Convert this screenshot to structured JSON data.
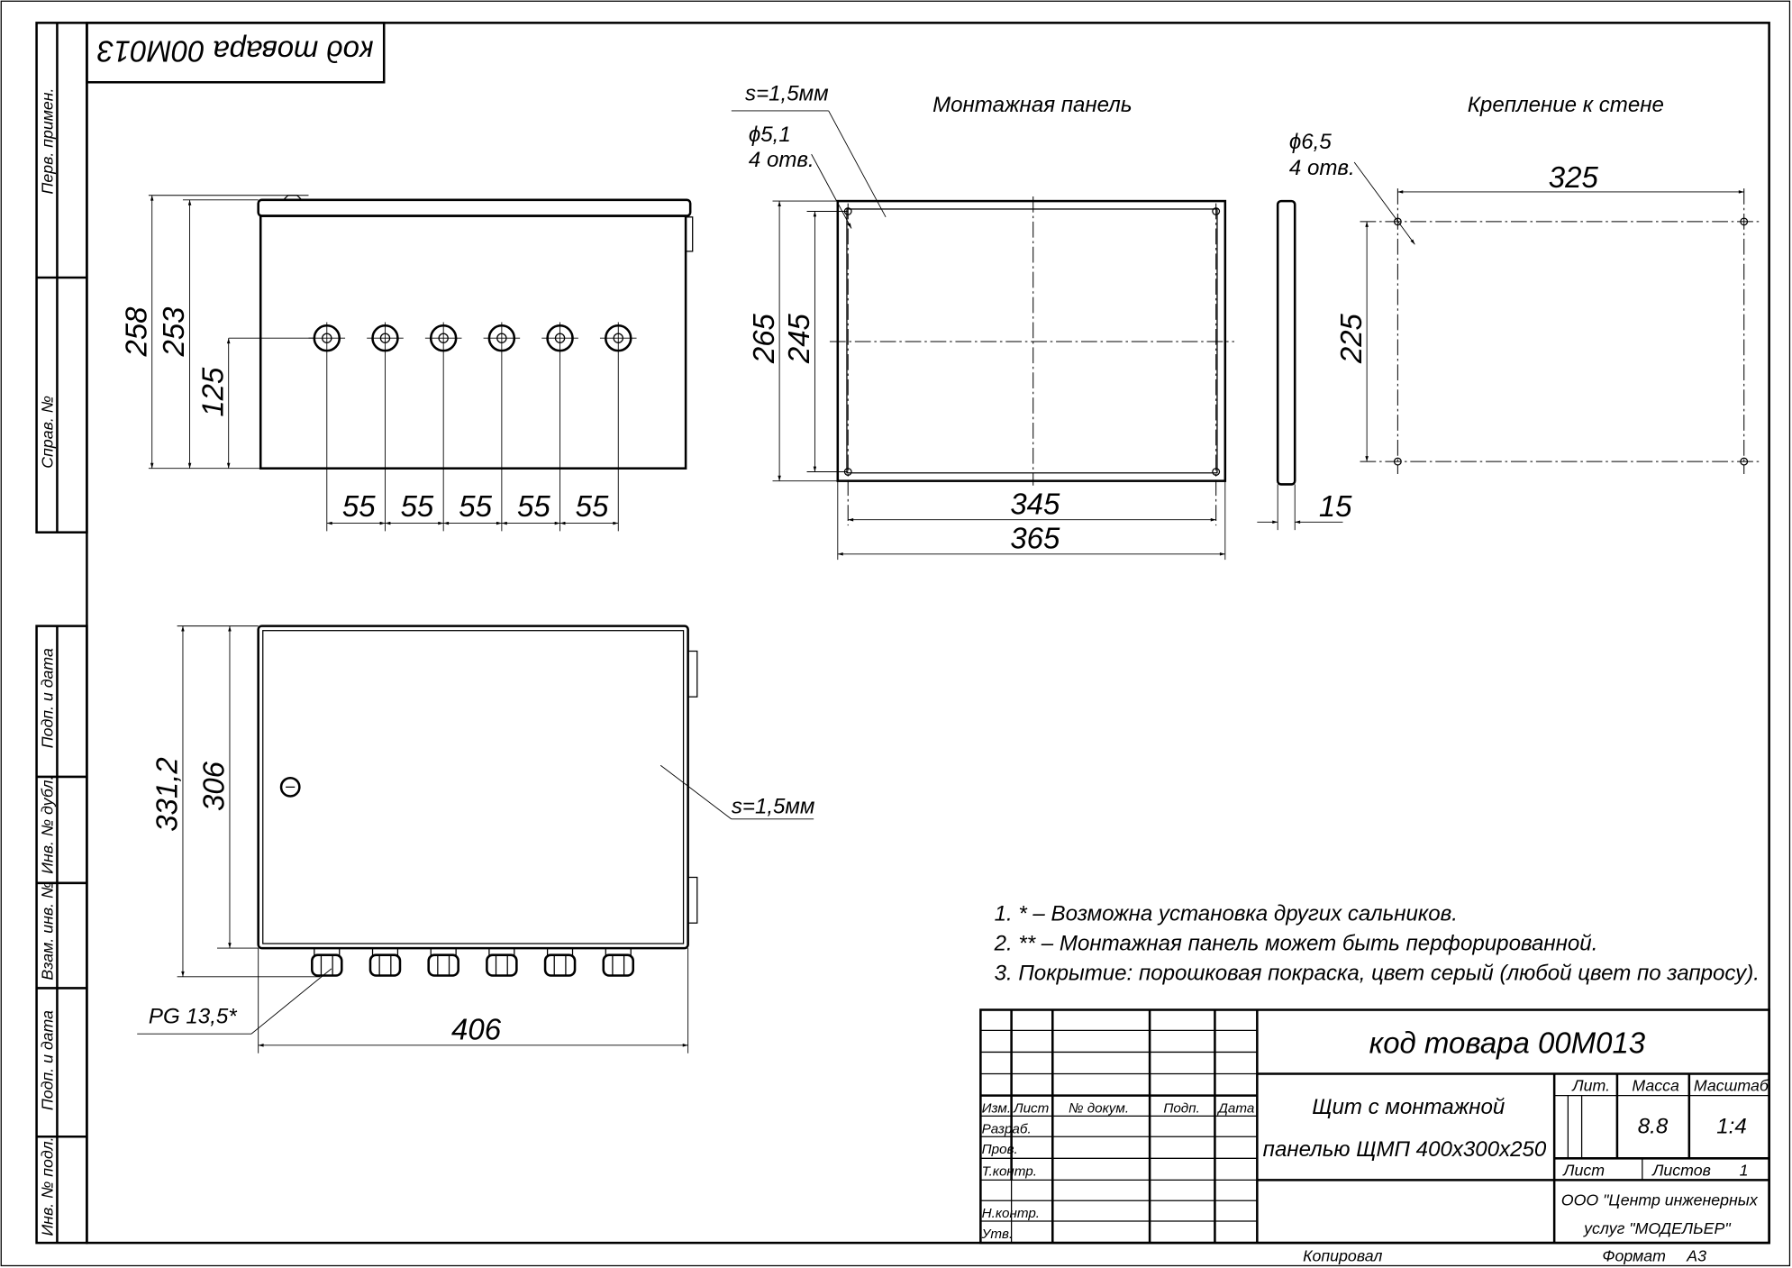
{
  "stamp_corner": "код товара 00М013",
  "side_strip": [
    "Перв. примен.",
    "Справ. №",
    "Подп. и дата",
    "Инв. № дубл.",
    "Взам. инв. №",
    "Подп. и дата",
    "Инв. № подл."
  ],
  "front_view": {
    "dims": {
      "overall_height": "258",
      "body_height": "253",
      "gland_height": "125",
      "spacings": [
        "55",
        "55",
        "55",
        "55",
        "55"
      ]
    },
    "gland_count": 6
  },
  "mounting_panel": {
    "title": "Монтажная панель",
    "thickness": "s=1,5мм",
    "hole_dia": "ϕ5,1",
    "hole_count": "4 отв.",
    "dims": {
      "height": "265",
      "hole_height": "245",
      "hole_width": "345",
      "width": "365",
      "thickness": "15"
    }
  },
  "wall_mount": {
    "title": "Крепление к стене",
    "hole_dia": "ϕ6,5",
    "hole_count": "4 отв.",
    "dims": {
      "width": "325",
      "height": "225"
    }
  },
  "door_view": {
    "thickness": "s=1,5мм",
    "gland_label": "PG 13,5*",
    "dims": {
      "overall_height": "331,2",
      "body_height": "306",
      "width": "406"
    }
  },
  "notes": [
    "1.  * – Возможна установка других сальников.",
    "2.  ** – Монтажная панель может быть перфорированной.",
    "3.  Покрытие: порошковая покраска, цвет серый (любой цвет по запросу)."
  ],
  "title_block": {
    "code": "код товара 00М013",
    "name_line1": "Щит с монтажной",
    "name_line2": "панелью ЩМП 400х300х250",
    "headers": {
      "izm": "Изм.",
      "list": "Лист",
      "doc": "№ докум.",
      "sign": "Подп.",
      "date": "Дата"
    },
    "roles": {
      "razrab": "Разраб.",
      "prov": "Пров.",
      "tkontr": "Т.контр.",
      "nkontr": "Н.контр.",
      "utv": "Утв."
    },
    "lit_label": "Лит.",
    "mass_label": "Масса",
    "scale_label": "Масштаб",
    "mass": "8.8",
    "scale": "1:4",
    "sheet_label": "Лист",
    "sheets_label": "Листов",
    "sheets": "1",
    "org_line1": "ООО \"Центр инженерных",
    "org_line2": "услуг \"МОДЕЛЬЕР\"",
    "copied": "Копировал",
    "format_label": "Формат",
    "format": "А3"
  }
}
